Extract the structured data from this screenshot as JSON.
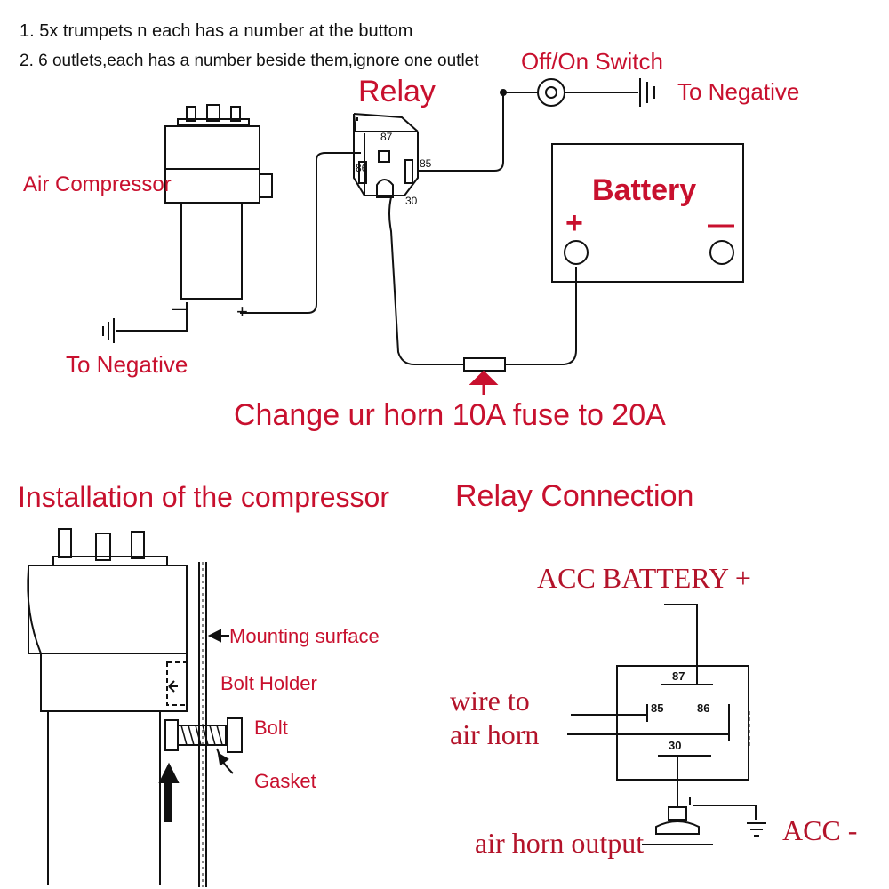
{
  "notes": {
    "line1": "1. 5x trumpets n each has a number at the buttom",
    "line2": "2. 6 outlets,each has a number beside them,ignore one outlet"
  },
  "top_diagram": {
    "relay_title": "Relay",
    "switch_label": "Off/On Switch",
    "to_negative_right": "To Negative",
    "air_compressor_label": "Air Compressor",
    "to_negative_left": "To Negative",
    "battery_label": "Battery",
    "battery_plus": "+",
    "battery_minus": "—",
    "comp_minus": "—",
    "comp_plus": "+",
    "relay_pins": {
      "p87": "87",
      "p86": "86",
      "p85": "85",
      "p30": "30"
    },
    "fuse_note": "Change ur horn 10A fuse to 20A"
  },
  "install": {
    "title": "Installation of the compressor",
    "mounting_surface": "Mounting surface",
    "bolt_holder": "Bolt Holder",
    "bolt": "Bolt",
    "gasket": "Gasket"
  },
  "relay_connection": {
    "title": "Relay Connection",
    "acc_battery": "ACC BATTERY +",
    "wire_to_1": "wire to",
    "wire_to_2": "air horn",
    "output": "air horn output",
    "acc_minus": "ACC -",
    "pins": {
      "p87": "87",
      "p85": "85",
      "p86": "86",
      "p30": "30"
    }
  },
  "colors": {
    "accent_red": "#c8102e",
    "line": "#111111"
  }
}
